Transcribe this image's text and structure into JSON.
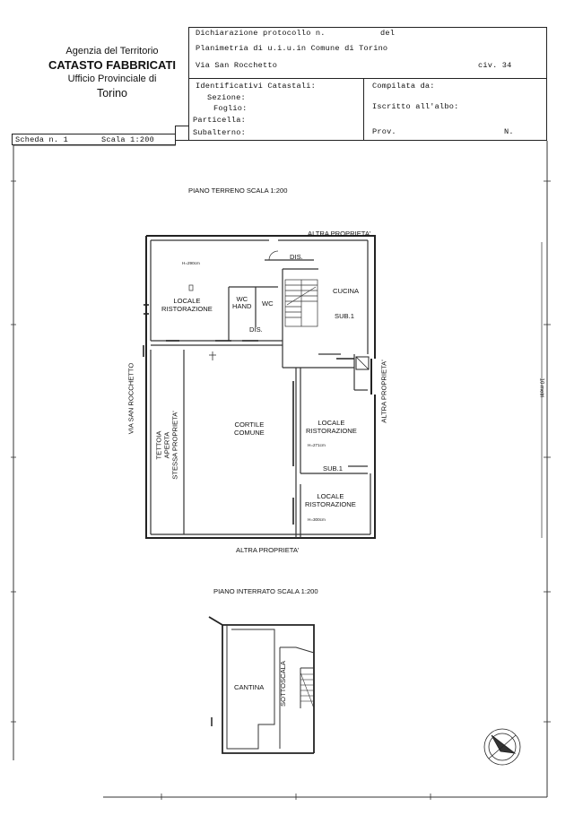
{
  "agency": {
    "line1": "Agenzia del Territorio",
    "line2": "CATASTO FABBRICATI",
    "line3": "Ufficio Provinciale di",
    "line4": "Torino"
  },
  "header": {
    "protocol_label": "Dichiarazione protocollo n.",
    "del_label": "del",
    "planimetry_label": "Planimetria di u.i.u.in Comune di Torino",
    "street": "Via San Rocchetto",
    "civ_label": "civ. 34",
    "identifiers_label": "Identificativi Catastali:",
    "sezione_label": "Sezione:",
    "foglio_label": "Foglio:",
    "particella_label": "Particella:",
    "subalterno_label": "Subalterno:",
    "compilata_label": "Compilata da:",
    "iscritto_label": "Iscritto all'albo:",
    "prov_label": "Prov.",
    "n_label": "N."
  },
  "scheda": {
    "scheda_label": "Scheda n. 1",
    "scala_label": "Scala 1:200"
  },
  "ground_floor": {
    "title": "PIANO TERRENO SCALA 1:200",
    "top_neighbor": "ALTRA PROPRIETA'",
    "right_neighbor": "ALTRA PROPRIETA'",
    "bottom_neighbor": "ALTRA PROPRIETA'",
    "left_street": "VIA SAN ROCCHETTO",
    "rooms": {
      "locale_1": "LOCALE\nRISTORAZIONE",
      "h1": "H=290cm",
      "dis_top": "DIS.",
      "wc_hand": "WC\nHAND",
      "wc": "WC",
      "dis_bottom": "DIS.",
      "cucina": "CUCINA",
      "sub1_top": "SUB.1",
      "cortile": "CORTILE\nCOMUNE",
      "tettoia": "TETTOIA\nAPERTA\nSTESSA PROPRIETA'",
      "locale_2": "LOCALE\nRISTORAZIONE",
      "h2": "H=271cm",
      "sub1_mid": "SUB.1",
      "locale_3": "LOCALE\nRISTORAZIONE",
      "h3": "H=300cm"
    }
  },
  "basement": {
    "title": "PIANO INTERRATO SCALA 1:200",
    "cantina": "CANTINA",
    "sottoscala": "SOTTOSCALA"
  },
  "margin_note": "10 metri"
}
